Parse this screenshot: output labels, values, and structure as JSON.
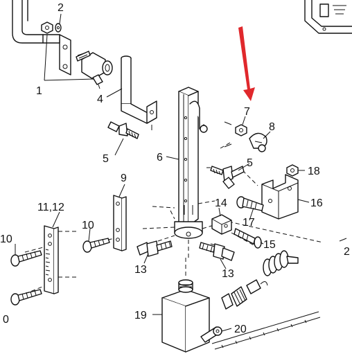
{
  "diagram": {
    "callouts": {
      "c1": "1",
      "c2": "2",
      "c2b": "2",
      "c4": "4",
      "c5a": "5",
      "c5b": "5",
      "c6": "6",
      "c7": "7",
      "c8": "8",
      "c9": "9",
      "c10a": "10",
      "c10b": "10",
      "c11": "11,12",
      "c13a": "13",
      "c13b": "13",
      "c14": "14",
      "c15": "15",
      "c16": "16",
      "c17": "17",
      "c18": "18",
      "c19": "19",
      "c20": "20",
      "c0": "0"
    },
    "highlight_color": "#e0282c"
  }
}
